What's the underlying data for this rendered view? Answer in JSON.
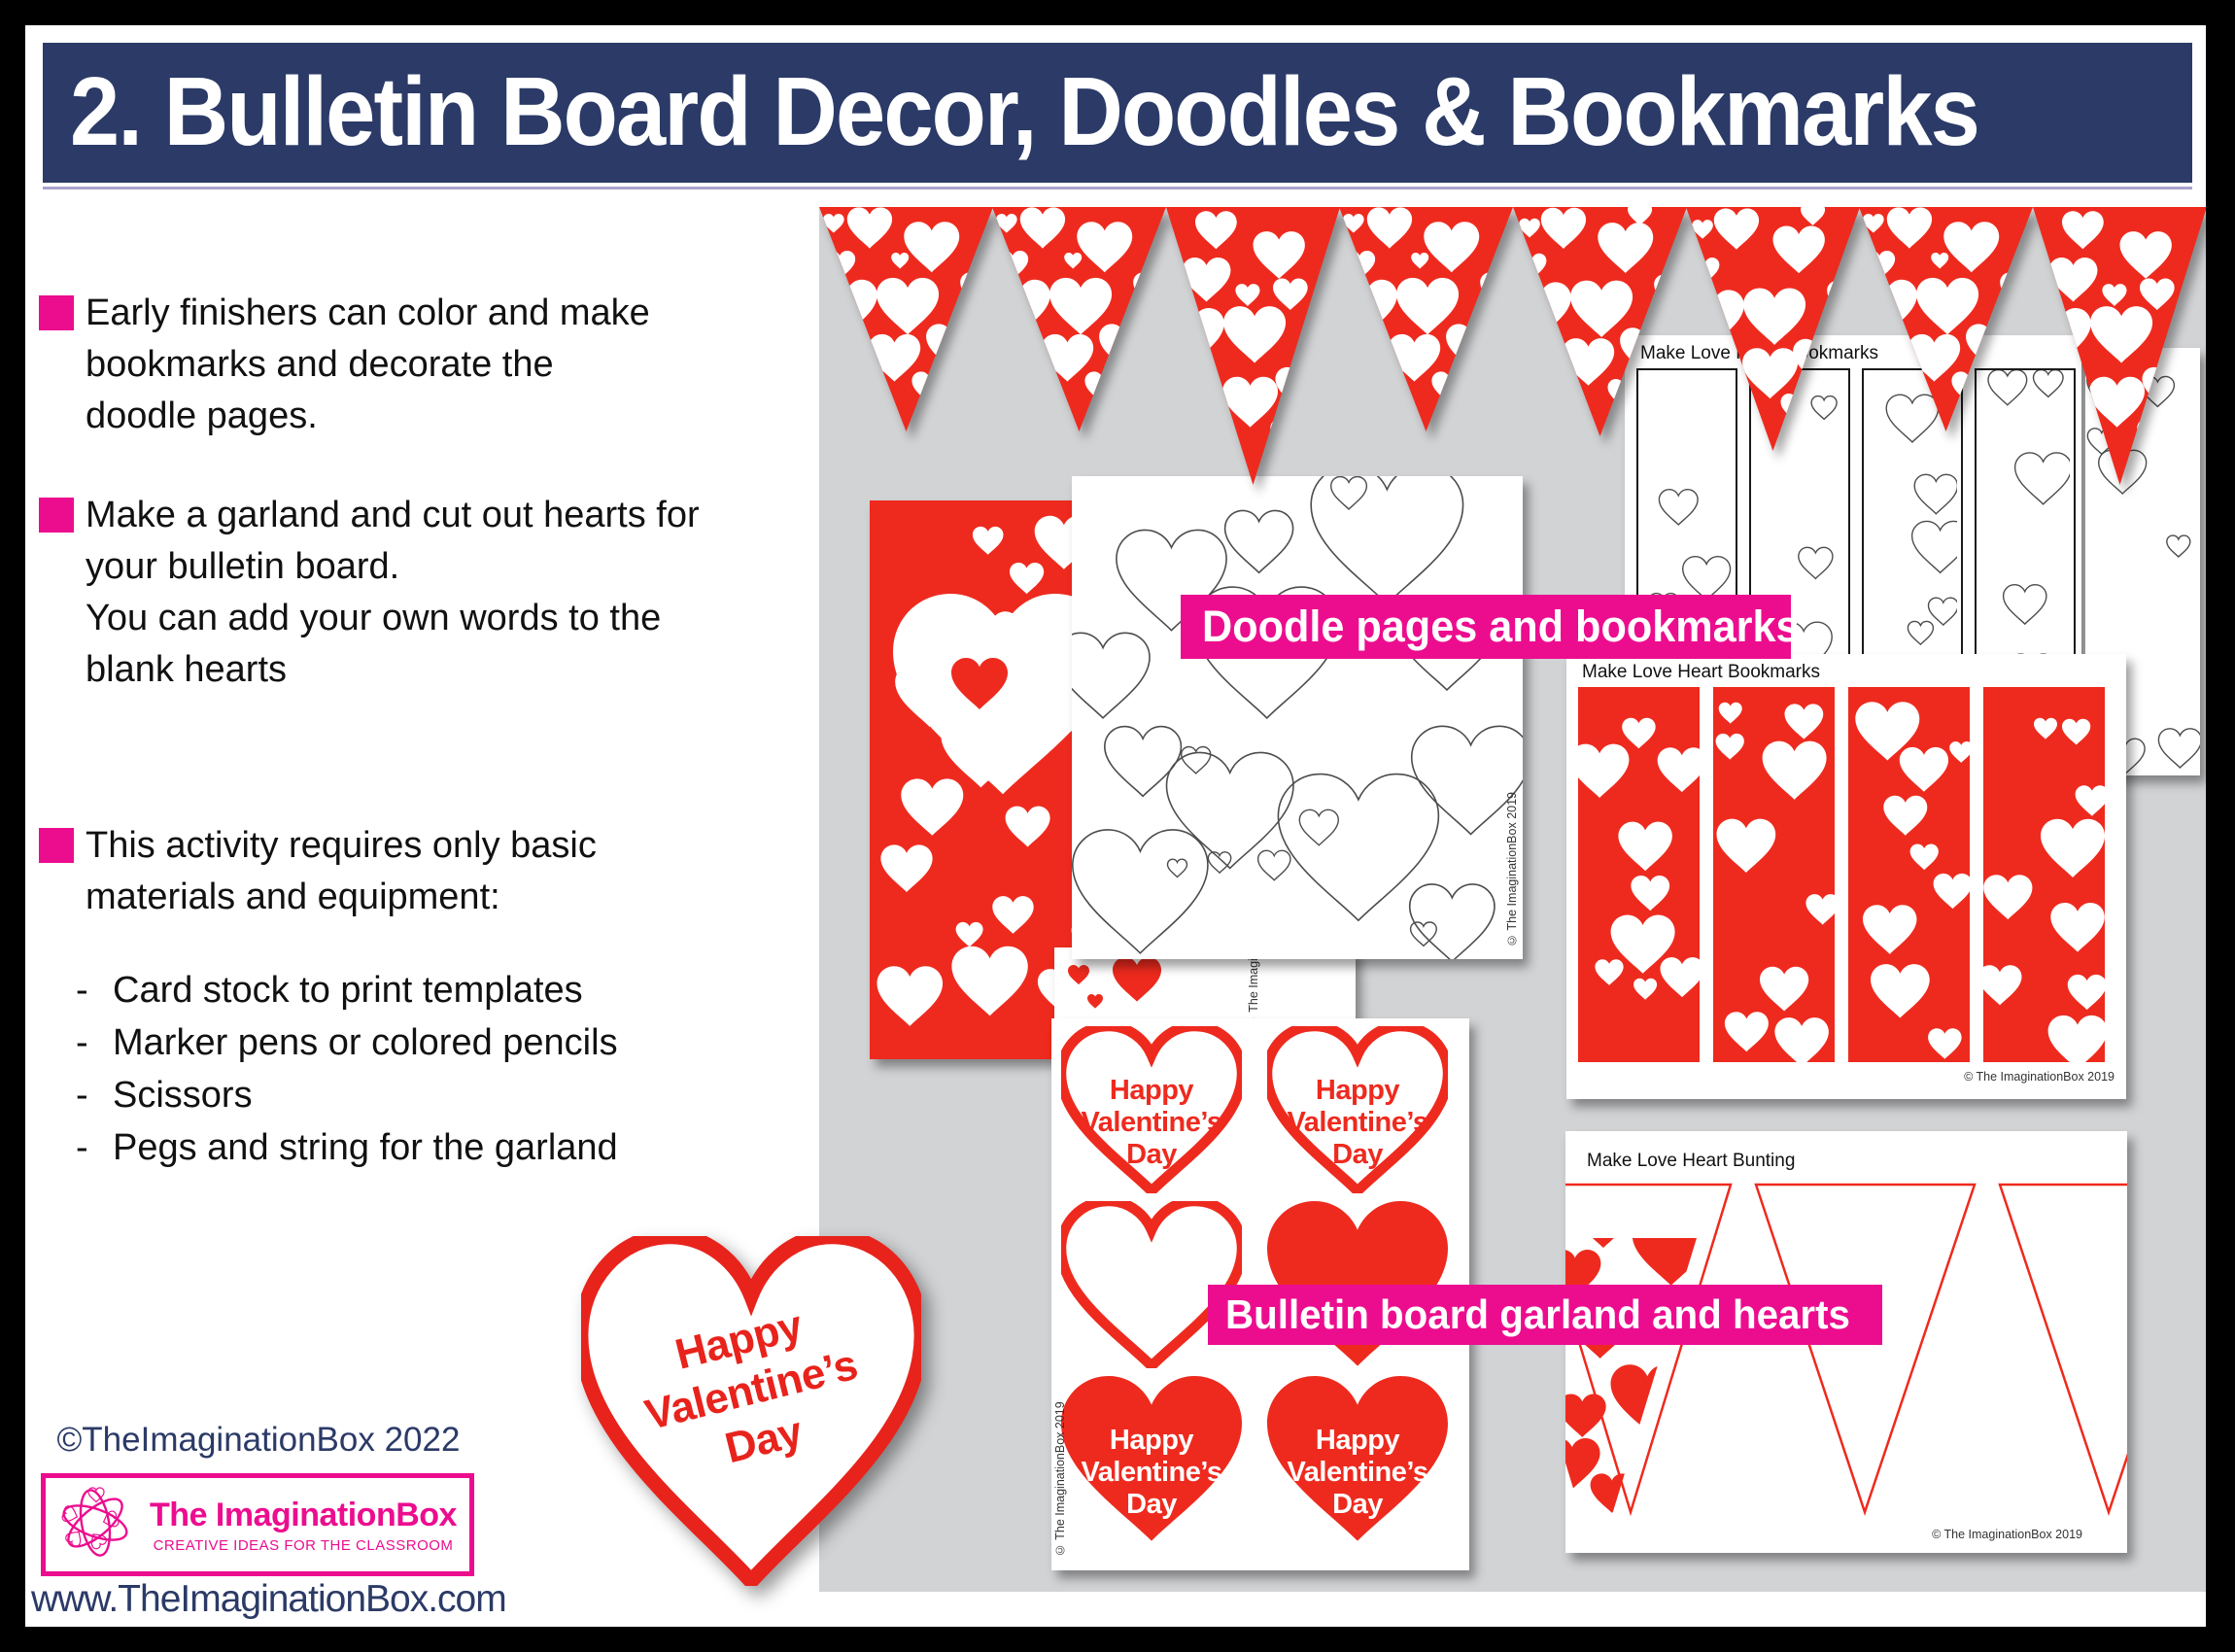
{
  "header": {
    "title": "2. Bulletin Board Decor, Doodles & Bookmarks"
  },
  "intro": {
    "bullets": [
      {
        "lines": [
          "Early finishers can color and make",
          "bookmarks and decorate the",
          "doodle pages."
        ]
      },
      {
        "lines": [
          "Make a garland and cut out hearts for",
          "your bulletin board.",
          "You can add your own words to the",
          "blank hearts"
        ]
      },
      {
        "lines": [
          "This activity requires only basic",
          "materials and equipment:"
        ]
      }
    ],
    "materials_dash": "-",
    "materials": [
      "Card stock to print templates",
      "Marker pens or colored pencils",
      "Scissors",
      "Pegs and string for the garland"
    ]
  },
  "labels": {
    "doodle": "Doodle pages and bookmarks",
    "garland": "Bulletin board garland and hearts"
  },
  "previews": {
    "outline_bookmarks_caption": "Make Love Heart Bookmarks",
    "red_bookmarks_caption": "Make Love Heart Bookmarks",
    "bunting_caption": "Make Love Heart Bunting",
    "preview_copyright": "© The ImaginationBox 2019",
    "heart_message": [
      "Happy",
      "Valentine’s",
      "Day"
    ]
  },
  "footer": {
    "copyright": "©TheImaginationBox 2022",
    "logo_title": "The ImaginationBox",
    "logo_tagline": "CREATIVE IDEAS FOR THE CLASSROOM",
    "website": "www.TheImaginationBox.com"
  },
  "colors": {
    "navy": "#2b3a67",
    "pink": "#ec0d8f",
    "red": "#ee2a1e",
    "gray_panel": "#d2d3d5",
    "doodle_stroke": "#4d4d4d"
  }
}
